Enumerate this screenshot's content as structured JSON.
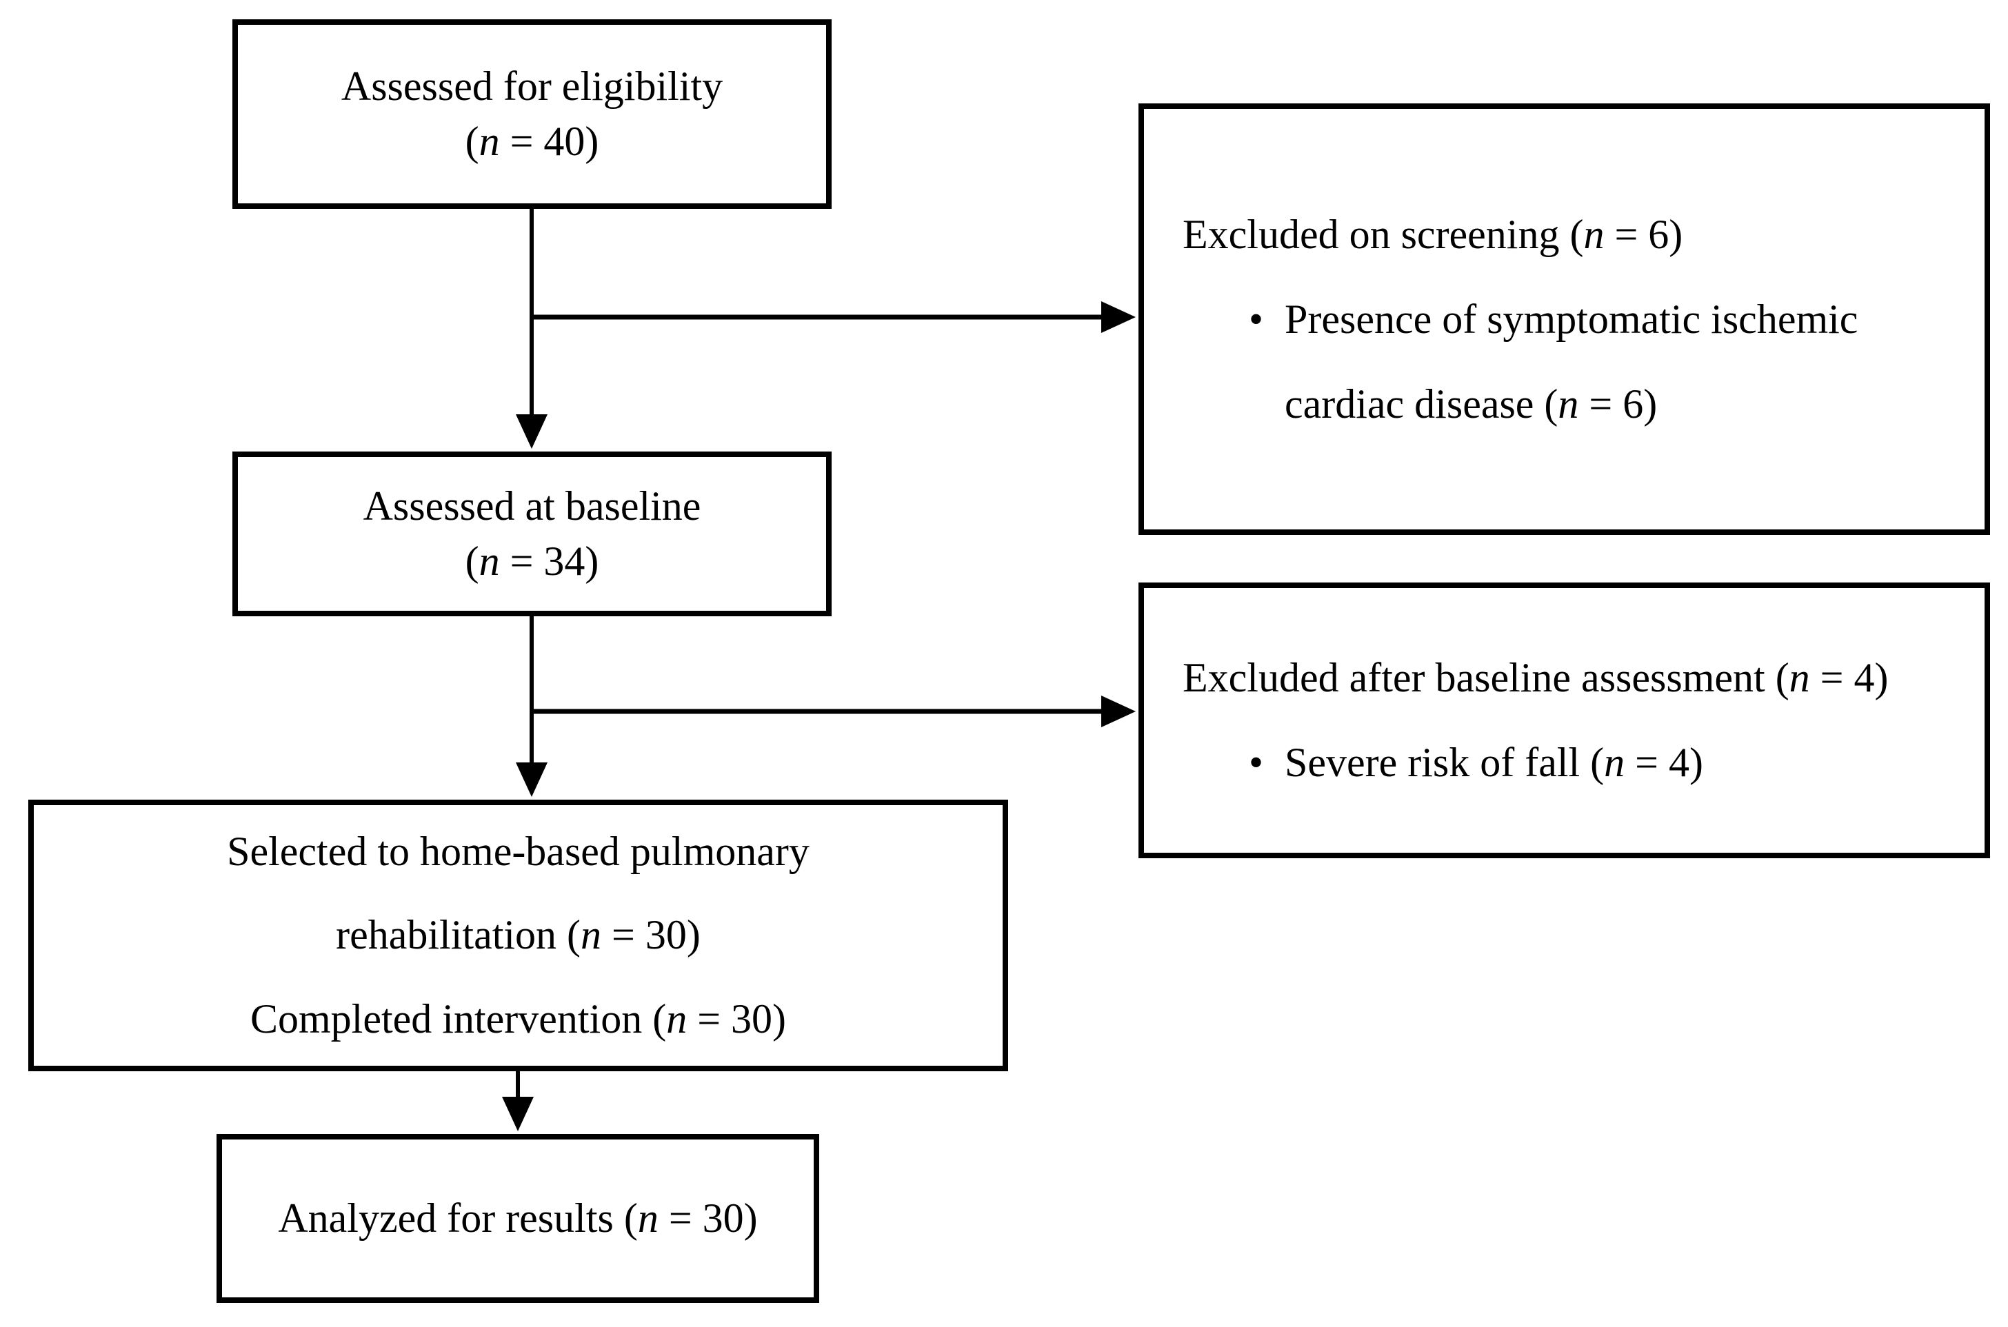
{
  "figure": {
    "background_color": "#ffffff",
    "line_color": "#000000"
  },
  "boxes": {
    "eligibility": {
      "line1": "Assessed for eligibility",
      "count_pre": "(",
      "count_n": "n",
      "count_post": " = 40)"
    },
    "excluded_screening": {
      "title_pre": "Excluded on screening (",
      "title_n": "n",
      "title_post": " = 6)",
      "bullet": "•",
      "item_pre": "Presence of symptomatic ischemic cardiac disease (",
      "item_n": "n",
      "item_post": " = 6)"
    },
    "baseline": {
      "line1": "Assessed at baseline",
      "count_pre": "(",
      "count_n": "n",
      "count_post": " = 34)"
    },
    "excluded_baseline": {
      "title_pre": "Excluded after baseline assessment (",
      "title_n": "n",
      "title_post": " = 4)",
      "bullet": "•",
      "item_pre": "Severe risk of fall (",
      "item_n": "n",
      "item_post": " = 4)"
    },
    "selected": {
      "line1": "Selected to home-based pulmonary",
      "line2_pre": "rehabilitation (",
      "line2_n": "n",
      "line2_post": " = 30)",
      "line3_pre": "Completed intervention (",
      "line3_n": "n",
      "line3_post": " = 30)"
    },
    "analyzed": {
      "line_pre": "Analyzed for results (",
      "line_n": "n",
      "line_post": " = 30)"
    }
  }
}
